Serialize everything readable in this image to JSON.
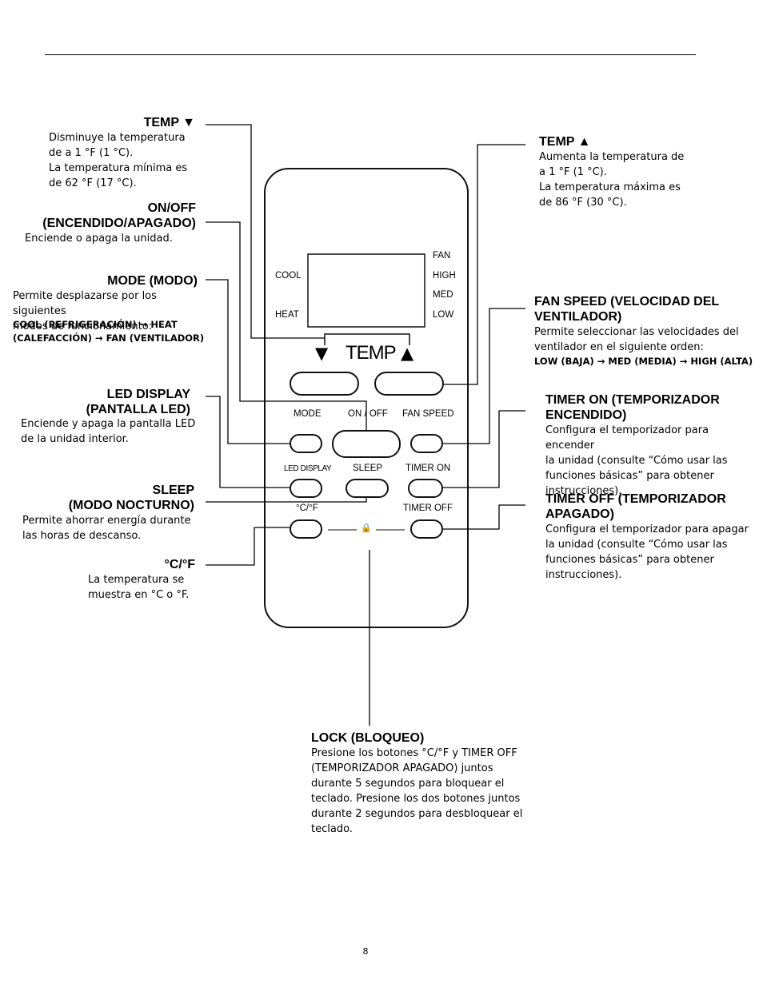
{
  "remote": {
    "display": {
      "cool": "COOL",
      "heat": "HEAT",
      "fan": "FAN",
      "high": "HIGH",
      "med": "MED",
      "low": "LOW"
    },
    "temp_label": "TEMP",
    "temp_down_glyph": "▼",
    "temp_up_glyph": "▲",
    "button_labels": {
      "mode": "MODE",
      "onoff": "ON / OFF",
      "fan_speed": "FAN SPEED",
      "led_display": "LED DISPLAY",
      "sleep": "SLEEP",
      "timer_on": "TIMER ON",
      "cf": "°C/°F",
      "timer_off": "TIMER OFF"
    },
    "lock_glyph": "🔒"
  },
  "callouts": {
    "temp_down": {
      "title": "TEMP ▼",
      "lines": [
        "Disminuye la temperatura",
        "de a 1 °F (1 °C).",
        "La temperatura mínima es",
        "de 62 °F (17 °C)."
      ]
    },
    "onoff": {
      "title_lines": [
        "ON/OFF",
        "(ENCENDIDO/APAGADO)"
      ],
      "lines": [
        "Enciende o apaga la unidad."
      ]
    },
    "mode": {
      "title": "MODE (MODO)",
      "lines": [
        "Permite desplazarse por los siguientes",
        "modos de funcionamiento:"
      ],
      "bold_lines": [
        "COOL (REFRIGERACIÓN) → HEAT",
        "(CALEFACCIÓN) → FAN (VENTILADOR)"
      ]
    },
    "led": {
      "title_lines": [
        "LED DISPLAY",
        "(PANTALLA LED)"
      ],
      "lines": [
        "Enciende y apaga la pantalla LED",
        "de la unidad interior."
      ]
    },
    "sleep": {
      "title_lines": [
        "SLEEP",
        "(MODO NOCTURNO)"
      ],
      "lines": [
        "Permite ahorrar energía durante",
        "las horas de descanso."
      ]
    },
    "cf": {
      "title": "°C/°F",
      "lines": [
        "La temperatura se",
        "muestra en °C o °F."
      ]
    },
    "temp_up": {
      "title": "TEMP ▲",
      "lines": [
        "Aumenta la temperatura de",
        "a 1 °F (1 °C).",
        "La temperatura máxima es",
        "de 86 °F (30 °C)."
      ]
    },
    "fan_speed": {
      "title_lines": [
        "FAN SPEED (VELOCIDAD DEL",
        "VENTILADOR)"
      ],
      "lines": [
        "Permite seleccionar las velocidades del",
        "ventilador en el siguiente orden:"
      ],
      "bold_lines": [
        "LOW (BAJA) → MED (MEDIA) → HIGH (ALTA)"
      ]
    },
    "timer_on": {
      "title_lines": [
        "TIMER ON (TEMPORIZADOR",
        "ENCENDIDO)"
      ],
      "lines": [
        "Configura el temporizador para encender",
        "la unidad (consulte “Cómo usar las",
        "funciones básicas” para obtener",
        "instrucciones)."
      ]
    },
    "timer_off": {
      "title_lines": [
        "TIMER OFF (TEMPORIZADOR",
        "APAGADO)"
      ],
      "lines": [
        "Configura el temporizador para apagar",
        "la unidad (consulte “Cómo usar las",
        "funciones básicas” para obtener",
        "instrucciones)."
      ]
    },
    "lock": {
      "title": "LOCK (BLOQUEO)",
      "lines": [
        "Presione los botones °C/°F y TIMER OFF",
        "(TEMPORIZADOR APAGADO) juntos",
        "durante 5 segundos para bloquear el",
        "teclado. Presione los dos botones juntos",
        "durante 2 segundos para desbloquear el",
        "teclado."
      ]
    }
  },
  "page_number": "8"
}
